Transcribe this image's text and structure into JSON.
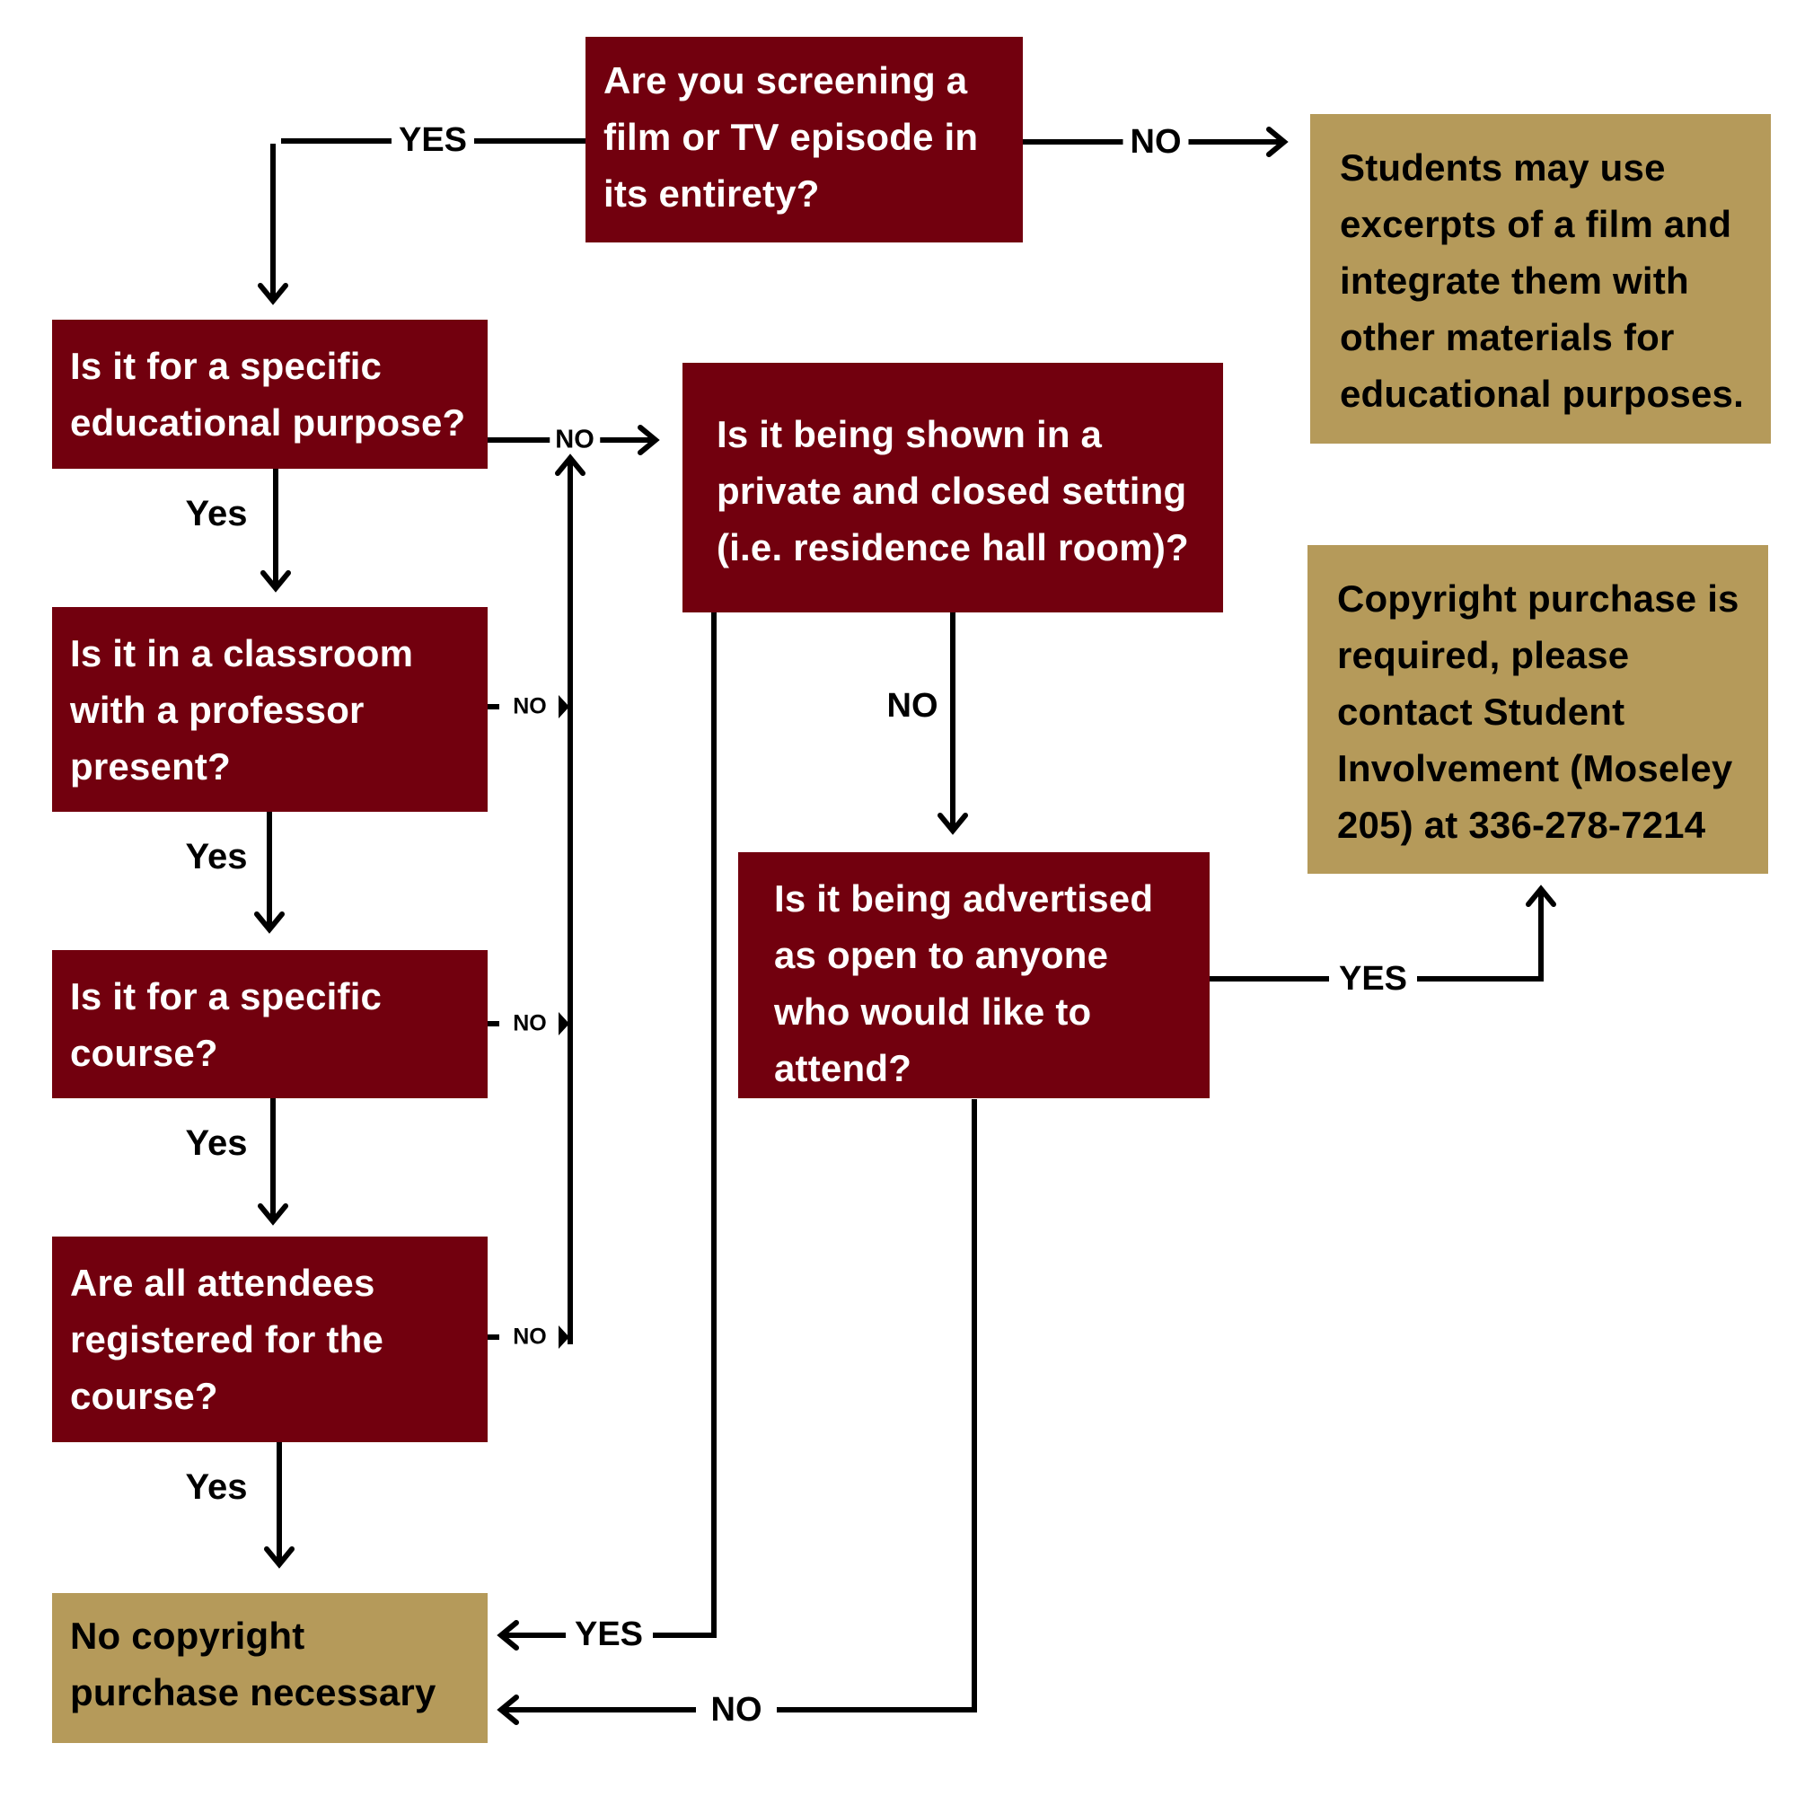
{
  "colors": {
    "question_box": "#72000E",
    "answer_box": "#B59A5A",
    "question_text": "#FFFFFF",
    "answer_text": "#000000",
    "connector": "#000000"
  },
  "nodes": {
    "q_entirety": {
      "type": "question",
      "lines": [
        "Are you screening a",
        "film or TV episode in",
        "its entirety?"
      ]
    },
    "a_excerpts": {
      "type": "outcome",
      "lines": [
        "Students may use",
        "excerpts of a film and",
        "integrate them with",
        "other materials for",
        "educational purposes."
      ]
    },
    "q_educational": {
      "type": "question",
      "lines": [
        "Is it for a specific",
        "educational purpose?"
      ]
    },
    "q_classroom": {
      "type": "question",
      "lines": [
        "Is it in a classroom",
        "with a professor",
        "present?"
      ]
    },
    "q_course": {
      "type": "question",
      "lines": [
        "Is it for a specific",
        "course?"
      ]
    },
    "q_registered": {
      "type": "question",
      "lines": [
        "Are all attendees",
        "registered for the",
        "course?"
      ]
    },
    "a_no_purchase": {
      "type": "outcome",
      "lines": [
        "No copyright",
        "purchase necessary"
      ]
    },
    "q_private": {
      "type": "question",
      "lines": [
        "Is it being shown in a",
        "private and closed setting",
        "(i.e. residence hall room)?"
      ]
    },
    "q_advertised": {
      "type": "question",
      "lines": [
        "Is it being advertised",
        "as open to anyone",
        "who would like to",
        "attend?"
      ]
    },
    "a_purchase_required": {
      "type": "outcome",
      "lines": [
        "Copyright purchase is",
        "required, please",
        "contact Student",
        "Involvement (Moseley",
        "205) at 336-278-7214"
      ]
    }
  },
  "edges": [
    {
      "from": "q_entirety",
      "to": "q_educational",
      "label": "YES"
    },
    {
      "from": "q_entirety",
      "to": "a_excerpts",
      "label": "NO"
    },
    {
      "from": "q_educational",
      "to": "q_classroom",
      "label": "Yes"
    },
    {
      "from": "q_educational",
      "to": "q_private",
      "label": "NO"
    },
    {
      "from": "q_classroom",
      "to": "q_course",
      "label": "Yes"
    },
    {
      "from": "q_classroom",
      "to": "q_private",
      "label": "NO"
    },
    {
      "from": "q_course",
      "to": "q_registered",
      "label": "Yes"
    },
    {
      "from": "q_course",
      "to": "q_private",
      "label": "NO"
    },
    {
      "from": "q_registered",
      "to": "a_no_purchase",
      "label": "Yes"
    },
    {
      "from": "q_registered",
      "to": "q_private",
      "label": "NO"
    },
    {
      "from": "q_private",
      "to": "q_advertised",
      "label": "NO"
    },
    {
      "from": "q_private",
      "to": "a_no_purchase",
      "label": "YES"
    },
    {
      "from": "q_advertised",
      "to": "a_purchase_required",
      "label": "YES"
    },
    {
      "from": "q_advertised",
      "to": "a_no_purchase",
      "label": "NO"
    }
  ],
  "labels": {
    "entirety_yes": "YES",
    "entirety_no": "NO",
    "educational_yes": "Yes",
    "educational_no": "NO",
    "classroom_yes": "Yes",
    "classroom_no": "NO",
    "course_yes": "Yes",
    "course_no": "NO",
    "registered_yes": "Yes",
    "registered_no": "NO",
    "private_no": "NO",
    "private_yes": "YES",
    "advertised_yes": "YES",
    "advertised_no": "NO"
  }
}
